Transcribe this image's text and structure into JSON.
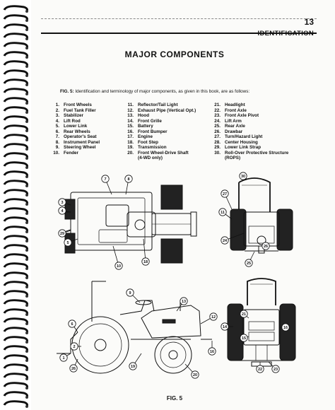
{
  "header": {
    "page_number": "13",
    "section": "IDENTIFICATION"
  },
  "title": "MAJOR COMPONENTS",
  "intro": {
    "label": "FIG. 5:",
    "text": "Identification and terminology of major components, as given in this book, are as follows:"
  },
  "components": {
    "col1": [
      {
        "num": "1.",
        "name": "Front Wheels"
      },
      {
        "num": "2.",
        "name": "Fuel Tank Filler"
      },
      {
        "num": "3.",
        "name": "Stabilizer"
      },
      {
        "num": "4.",
        "name": "Lift Rod"
      },
      {
        "num": "5.",
        "name": "Lower Link"
      },
      {
        "num": "6.",
        "name": "Rear Wheels"
      },
      {
        "num": "7.",
        "name": "Operator's Seat"
      },
      {
        "num": "8.",
        "name": "Instrument Panel"
      },
      {
        "num": "9.",
        "name": "Steering Wheel"
      },
      {
        "num": "10.",
        "name": "Fender"
      }
    ],
    "col2": [
      {
        "num": "11.",
        "name": "Reflector/Tail Light"
      },
      {
        "num": "12.",
        "name": "Exhaust Pipe (Vertical Opt.)"
      },
      {
        "num": "13.",
        "name": "Hood"
      },
      {
        "num": "14.",
        "name": "Front Grille"
      },
      {
        "num": "15.",
        "name": "Battery"
      },
      {
        "num": "16.",
        "name": "Front Bumper"
      },
      {
        "num": "17.",
        "name": "Engine"
      },
      {
        "num": "18.",
        "name": "Foot Step"
      },
      {
        "num": "19.",
        "name": "Transmission"
      },
      {
        "num": "20.",
        "name": "Front Wheel-Drive Shaft"
      },
      {
        "num": "",
        "name": "(4-WD only)"
      }
    ],
    "col3": [
      {
        "num": "21.",
        "name": "Headlight"
      },
      {
        "num": "22.",
        "name": "Front Axle"
      },
      {
        "num": "23.",
        "name": "Front Axle Pivot"
      },
      {
        "num": "24.",
        "name": "Lift Arm"
      },
      {
        "num": "25.",
        "name": "Rear Axle"
      },
      {
        "num": "26.",
        "name": "Drawbar"
      },
      {
        "num": "27.",
        "name": "Turn/Hazard Light"
      },
      {
        "num": "28.",
        "name": "Center Housing"
      },
      {
        "num": "29.",
        "name": "Lower Link Strap"
      },
      {
        "num": "30.",
        "name": "Roll-Over Protective Structure"
      },
      {
        "num": "",
        "name": "(ROPS)"
      }
    ]
  },
  "figure": {
    "caption": "FIG. 5",
    "callouts_top_view": [
      "3",
      "4",
      "29",
      "5",
      "7",
      "8",
      "10",
      "18"
    ],
    "callouts_rear_view": [
      "30",
      "27",
      "11",
      "24",
      "26",
      "25"
    ],
    "callouts_side_view": [
      "9",
      "13",
      "12",
      "6",
      "2",
      "1",
      "19",
      "20",
      "26"
    ],
    "callouts_front_view": [
      "21",
      "14",
      "15",
      "16",
      "22",
      "23"
    ],
    "callouts_side_extra": [
      "16"
    ]
  }
}
